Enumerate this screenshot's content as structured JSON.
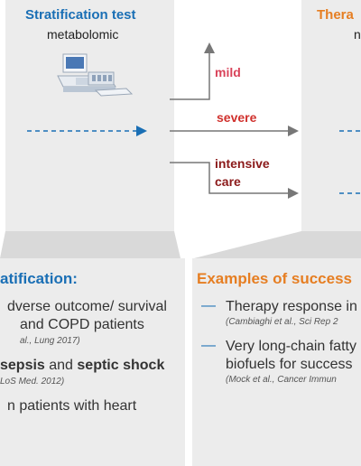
{
  "stratification_test": {
    "title": "Stratification test",
    "subtitle": "metabolomic"
  },
  "therapy": {
    "title": "Thera",
    "subtitle": "n"
  },
  "outcomes": {
    "mild": "mild",
    "severe": "severe",
    "intensive_line1": "intensive",
    "intensive_line2": "care"
  },
  "left_box": {
    "heading": "atification:",
    "items": [
      {
        "line1": "dverse outcome/ survival",
        "line2": "and COPD patients",
        "cite": "al., Lung 2017)"
      },
      {
        "line1_part1": "sepsis",
        "line1_mid": " and ",
        "line1_part2": "septic shock",
        "cite": "LoS Med. 2012)"
      },
      {
        "line1": "n patients with heart"
      }
    ]
  },
  "right_box": {
    "heading": "Examples of success",
    "bullet": "—",
    "items": [
      {
        "line1": "Therapy response in",
        "cite": "(Cambiaghi et al., Sci Rep 2"
      },
      {
        "line1": "Very long-chain fatty",
        "line2": "biofuels for success",
        "cite": "(Mock et al., Cancer Immun"
      }
    ]
  },
  "colors": {
    "blue": "#1a6fb5",
    "orange": "#e67e22",
    "panel": "#ececec",
    "arrow": "#777777"
  }
}
